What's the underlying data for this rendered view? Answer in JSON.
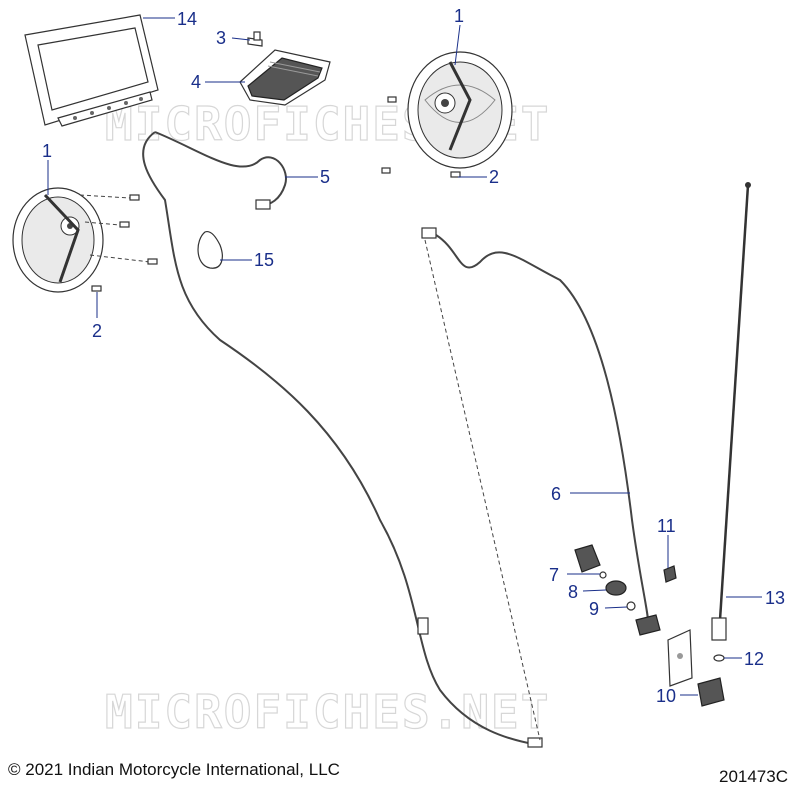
{
  "watermark": "MICROFICHES.NET",
  "footer": {
    "copyright": "© 2021 Indian Motorcycle International, LLC",
    "diagram_id": "201473C"
  },
  "callouts": {
    "c1_top": "1",
    "c1_left": "1",
    "c2_top": "2",
    "c2_left": "2",
    "c3": "3",
    "c4": "4",
    "c5": "5",
    "c6": "6",
    "c7": "7",
    "c8": "8",
    "c9": "9",
    "c10": "10",
    "c11": "11",
    "c12": "12",
    "c13": "13",
    "c14": "14",
    "c15": "15"
  },
  "colors": {
    "callout": "#1a2f8a",
    "line_art": "#333333",
    "watermark": "#d7d7d7"
  }
}
